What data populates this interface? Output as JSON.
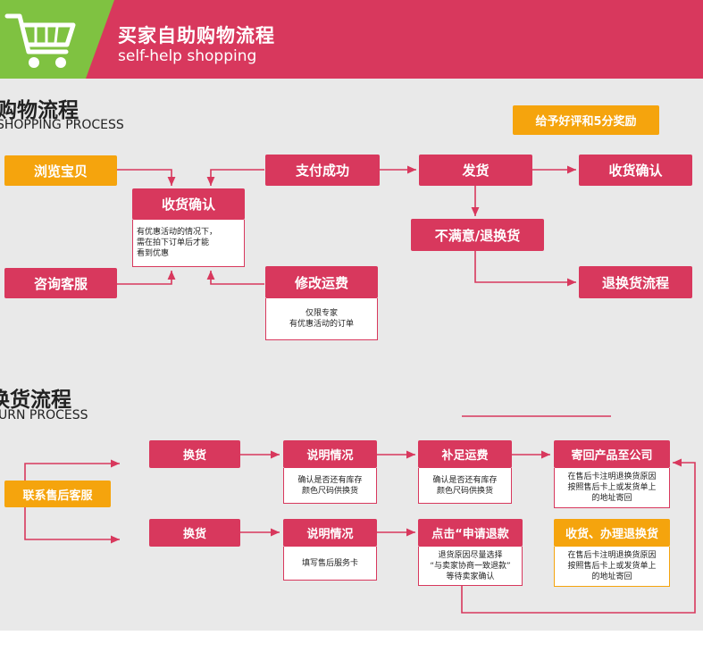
{
  "header": {
    "title": "买家自助购物流程",
    "subtitle": "self-help shopping"
  },
  "shopping": {
    "title": "购物流程",
    "subtitle": "SHOPPING PROCESS",
    "reward_badge": "给予好评和5分奖励",
    "browse": "浏览宝贝",
    "consult": "咨询客服",
    "confirm_receipt": "收货确认",
    "confirm_note": "有优惠活动的情况下，\n需在拍下订单后才能\n看到优惠",
    "pay_success": "支付成功",
    "ship": "发货",
    "receipt_confirm": "收货确认",
    "unsatisfied": "不满意/退换货",
    "modify_shipping": "修改运费",
    "modify_note": "仅限专家\n有优惠活动的订单",
    "return_flow": "退换货流程"
  },
  "returns": {
    "title": "换货流程",
    "subtitle": "URN PROCESS",
    "contact_service": "联系售后客服",
    "row1": {
      "exchange": "换货",
      "explain": "说明情况",
      "explain_note": "确认是否还有库存\n颜色尺码供换货",
      "add_shipping": "补足运费",
      "add_shipping_note": "确认是否还有库存\n颜色尺码供换货",
      "send_back": "寄回产品至公司",
      "send_back_note": "在售后卡注明退换货原因\n按照售后卡上或发货单上\n的地址寄回"
    },
    "row2": {
      "exchange": "换货",
      "explain": "说明情况",
      "explain_note": "填写售后服务卡",
      "apply_refund": "点击“申请退款",
      "apply_refund_note": "退货原因尽量选择\n“与卖家协商一致退款”\n等待卖家确认",
      "receive_process": "收货、办理退换货",
      "receive_process_note": "在售后卡注明退换货原因\n按照售后卡上或发货单上\n的地址寄回"
    }
  },
  "colors": {
    "primary": "#d8385d",
    "accent": "#f5a40d",
    "cart_panel": "#7fc241",
    "background": "#e9e9e9"
  },
  "icons": {
    "cart": "shopping-cart-icon"
  }
}
